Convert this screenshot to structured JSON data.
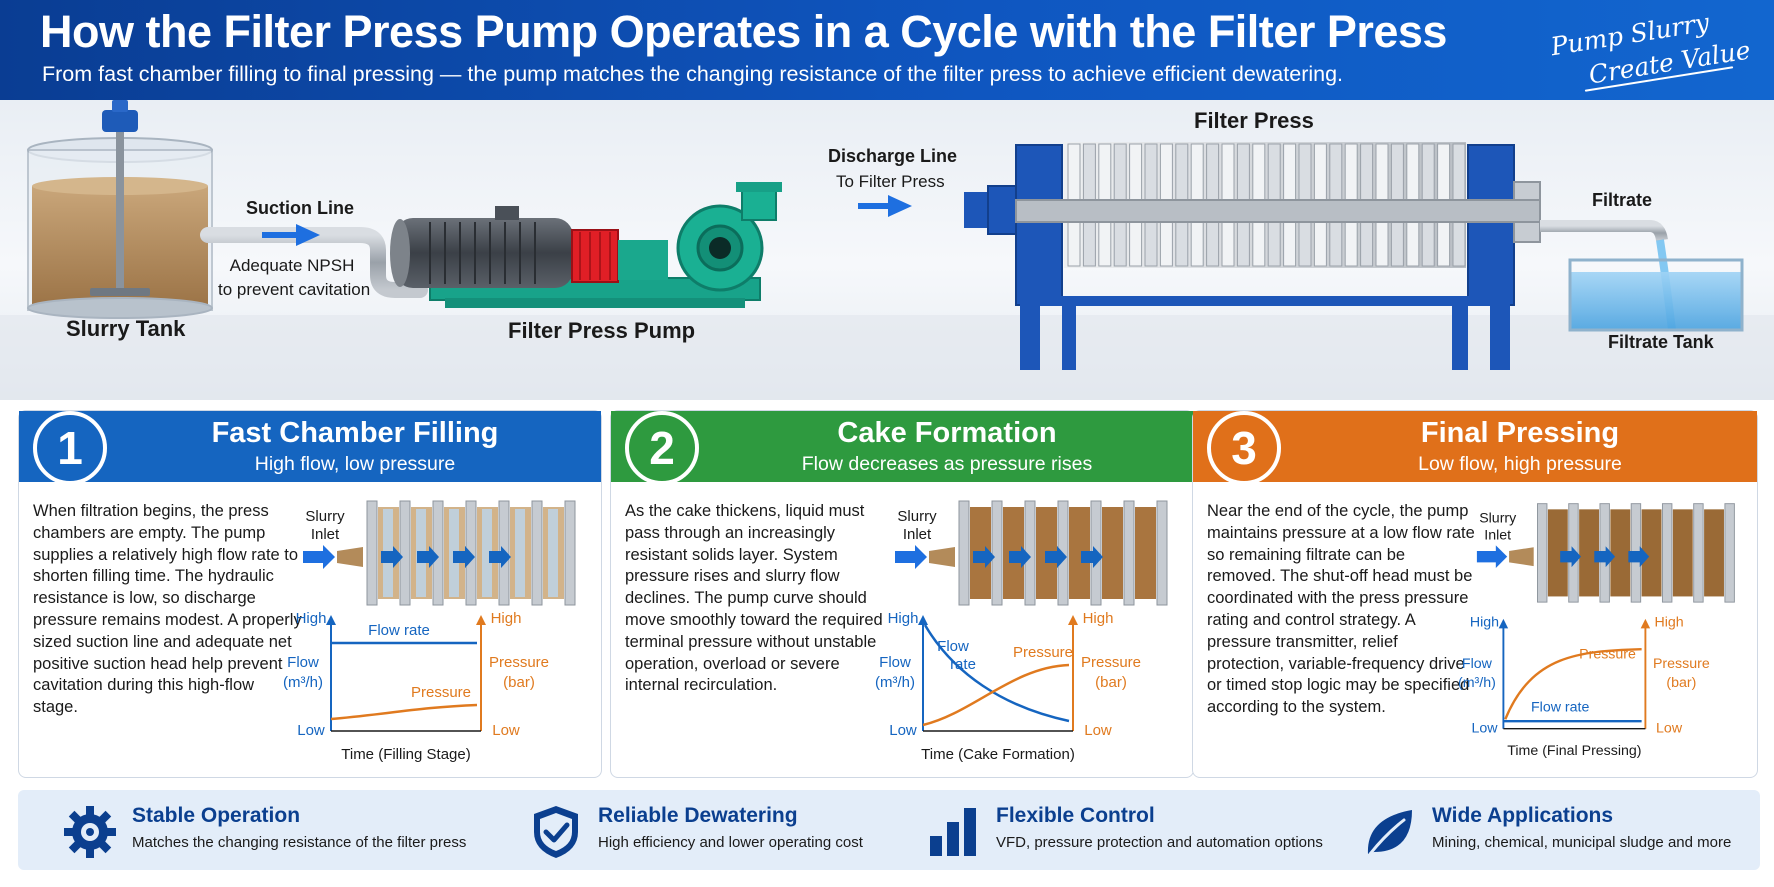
{
  "header": {
    "title": "How the Filter Press Pump Operates in a Cycle with the Filter Press",
    "subtitle": "From fast chamber filling to final pressing — the pump matches the changing resistance of the filter press to achieve efficient dewatering.",
    "slogan_line1": "Pump Slurry",
    "slogan_line2": "Create Value"
  },
  "scene": {
    "slurry_tank": "Slurry Tank",
    "suction_line": "Suction Line",
    "npsh_line1": "Adequate NPSH",
    "npsh_line2": "to prevent cavitation",
    "pump": "Filter Press Pump",
    "discharge_line": "Discharge Line",
    "to_filter_press": "To Filter Press",
    "filter_press": "Filter Press",
    "filtrate": "Filtrate",
    "filtrate_tank": "Filtrate Tank"
  },
  "stages": [
    {
      "number": "1",
      "title": "Fast Chamber Filling",
      "subtitle": "High flow, low pressure",
      "color": "#1565c0",
      "body": "When filtration begins, the press chambers are empty. The pump supplies a relatively high flow rate to shorten filling time. The hydraulic resistance is low, so discharge pressure remains modest. A properly sized suction line and adequate net positive suction head help prevent cavitation during this high-flow stage.",
      "inlet_label_1": "Slurry",
      "inlet_label_2": "Inlet",
      "graph": {
        "high_left": "High",
        "low_left": "Low",
        "high_right": "High",
        "low_right": "Low",
        "flow_axis_1": "Flow",
        "flow_axis_2": "(m³/h)",
        "pressure_axis_1": "Pressure",
        "pressure_axis_2": "(bar)",
        "flow_label": "Flow rate",
        "pressure_label": "Pressure",
        "xlabel": "Time (Filling Stage)"
      }
    },
    {
      "number": "2",
      "title": "Cake Formation",
      "subtitle": "Flow decreases as pressure rises",
      "color": "#2e9a3f",
      "body": "As the cake thickens, liquid must pass through an increasingly resistant solids layer. System pressure rises and slurry flow declines. The pump curve should move smoothly toward the required terminal pressure without unstable operation, overload or severe internal recirculation.",
      "inlet_label_1": "Slurry",
      "inlet_label_2": "Inlet",
      "graph": {
        "high_left": "High",
        "low_left": "Low",
        "high_right": "High",
        "low_right": "Low",
        "flow_axis_1": "Flow",
        "flow_axis_2": "(m³/h)",
        "pressure_axis_1": "Pressure",
        "pressure_axis_2": "(bar)",
        "flow_label_1": "Flow",
        "flow_label_2": "rate",
        "pressure_label": "Pressure",
        "xlabel": "Time (Cake Formation)"
      }
    },
    {
      "number": "3",
      "title": "Final Pressing",
      "subtitle": "Low flow, high pressure",
      "color": "#e0701a",
      "body": "Near the end of the cycle, the pump maintains pressure at a low flow rate so remaining filtrate can be removed. The shut-off head must be coordinated with the press pressure rating and control strategy. A pressure transmitter, relief protection, variable-frequency drive or timed stop logic may be specified according to the system.",
      "inlet_label_1": "Slurry",
      "inlet_label_2": "Inlet",
      "graph": {
        "high_left": "High",
        "low_left": "Low",
        "high_right": "High",
        "low_right": "Low",
        "flow_axis_1": "Flow",
        "flow_axis_2": "(m³/h)",
        "pressure_axis_1": "Pressure",
        "pressure_axis_2": "(bar)",
        "flow_label": "Flow rate",
        "pressure_label": "Pressure",
        "xlabel": "Time (Final Pressing)"
      }
    }
  ],
  "features": [
    {
      "icon": "gear-icon",
      "title": "Stable Operation",
      "desc": "Matches the changing resistance of the filter press"
    },
    {
      "icon": "shield-check-icon",
      "title": "Reliable Dewatering",
      "desc": "High efficiency and lower operating cost"
    },
    {
      "icon": "bar-chart-icon",
      "title": "Flexible Control",
      "desc": "VFD, pressure protection and automation options"
    },
    {
      "icon": "leaf-icon",
      "title": "Wide Applications",
      "desc": "Mining, chemical, municipal sludge and more"
    }
  ],
  "colors": {
    "header_blue": "#0f56c0",
    "flow_blue": "#1565c0",
    "pressure_orange": "#e07a1f",
    "pump_green": "#18a38a",
    "press_blue": "#1d56b8"
  }
}
